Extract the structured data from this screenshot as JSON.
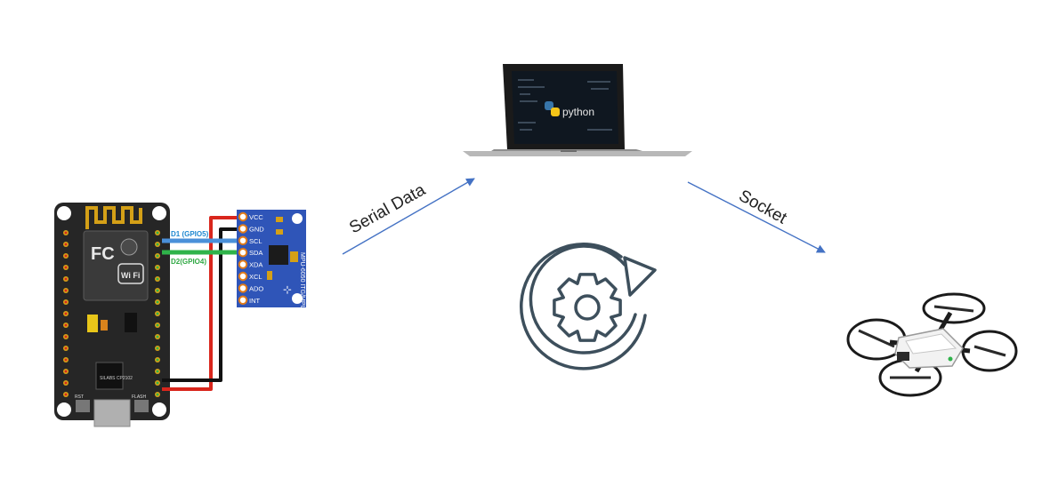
{
  "labels": {
    "serial": "Serial Data",
    "socket": "Socket",
    "d1": "D1 (GPIO5)",
    "d2": "D2(GPIO4)",
    "python": "python",
    "mpu_model": "MPU-6050 ITG/MPU",
    "board_logo": "FC",
    "wifi": "Wi Fi",
    "chip": "SILABS CP2102",
    "rst": "RST",
    "flash": "FLASH"
  },
  "pins": [
    "VCC",
    "GND",
    "SCL",
    "SDA",
    "XDA",
    "XCL",
    "ADO",
    "INT"
  ],
  "colors": {
    "arrow": "#4472c4",
    "wire_red": "#d9261c",
    "wire_black": "#111111",
    "wire_blue": "#4a90d9",
    "wire_green": "#2fb34a",
    "mpu_blue": "#2f55b8",
    "board": "#2b2b2b",
    "icon": "#3d4f5c"
  },
  "icons": {
    "process": "gear-with-circular-arrow-icon",
    "laptop": "laptop-icon",
    "drone": "quadcopter-drone-icon",
    "board": "nodemcu-esp8266-board",
    "sensor": "mpu6050-sensor-board"
  }
}
